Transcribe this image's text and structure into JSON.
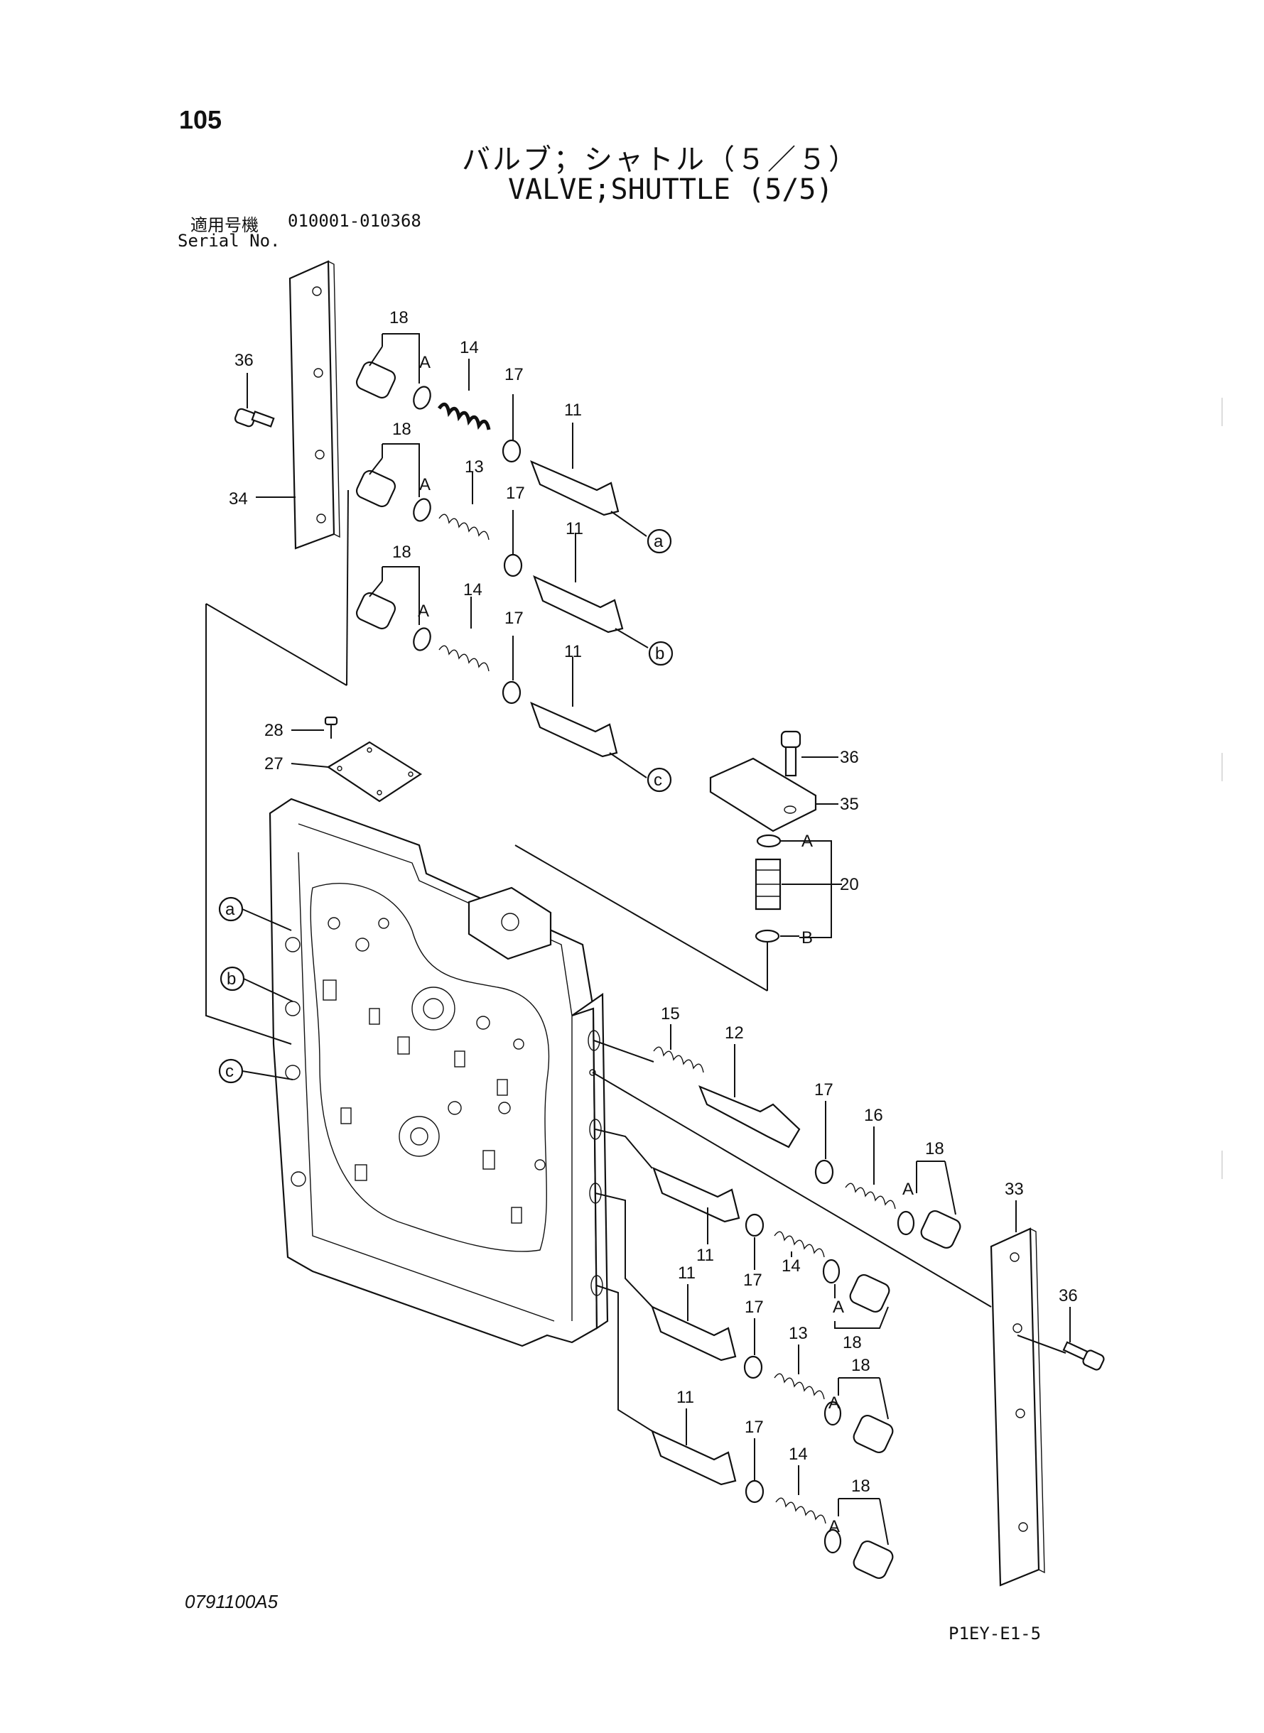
{
  "page_number": "105",
  "title_jp": "バルブ；シャトル（５／５）",
  "title_en": "VALVE;SHUTTLE (5/5)",
  "serial": {
    "label_jp": "適用号機",
    "range": "010001-010368",
    "label_en": "Serial No."
  },
  "drawing_number": "0791100A5",
  "page_code": "P1EY-E1-5",
  "callouts": {
    "p11": "11",
    "p12": "12",
    "p13": "13",
    "p14": "14",
    "p15": "15",
    "p16": "16",
    "p17": "17",
    "p18": "18",
    "p20": "20",
    "p27": "27",
    "p28": "28",
    "p33": "33",
    "p34": "34",
    "p35": "35",
    "p36": "36",
    "A": "A",
    "B": "B",
    "a": "a",
    "b": "b",
    "c": "c"
  }
}
